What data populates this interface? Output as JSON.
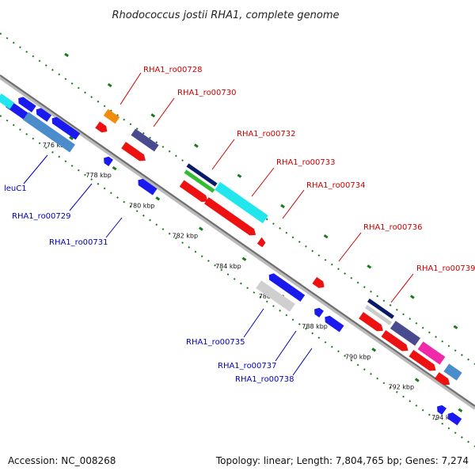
{
  "title": "Rhodococcus jostii RHA1, complete genome",
  "footer": {
    "accession": "Accession: NC_008268",
    "topology": "Topology: linear; Length: 7,804,765 bp; Genes: 7,274"
  },
  "colors": {
    "forward_label": "#cc0000",
    "reverse_label": "#0000bb",
    "backbone": "#777777",
    "ticks": "#1a7a1a"
  },
  "ticks": [
    "776 kbp",
    "778 kbp",
    "780 kbp",
    "782 kbp",
    "784 kbp",
    "786 kbp",
    "788 kbp",
    "790 kbp",
    "792 kbp",
    "794 kbp"
  ],
  "forward_labels": [
    "RHA1_ro00728",
    "RHA1_ro00730",
    "RHA1_ro00732",
    "RHA1_ro00733",
    "RHA1_ro00734",
    "RHA1_ro00736",
    "RHA1_ro00739"
  ],
  "reverse_labels": [
    "leuC1",
    "RHA1_ro00729",
    "RHA1_ro00731",
    "RHA1_ro00735",
    "RHA1_ro00737",
    "RHA1_ro00738"
  ]
}
